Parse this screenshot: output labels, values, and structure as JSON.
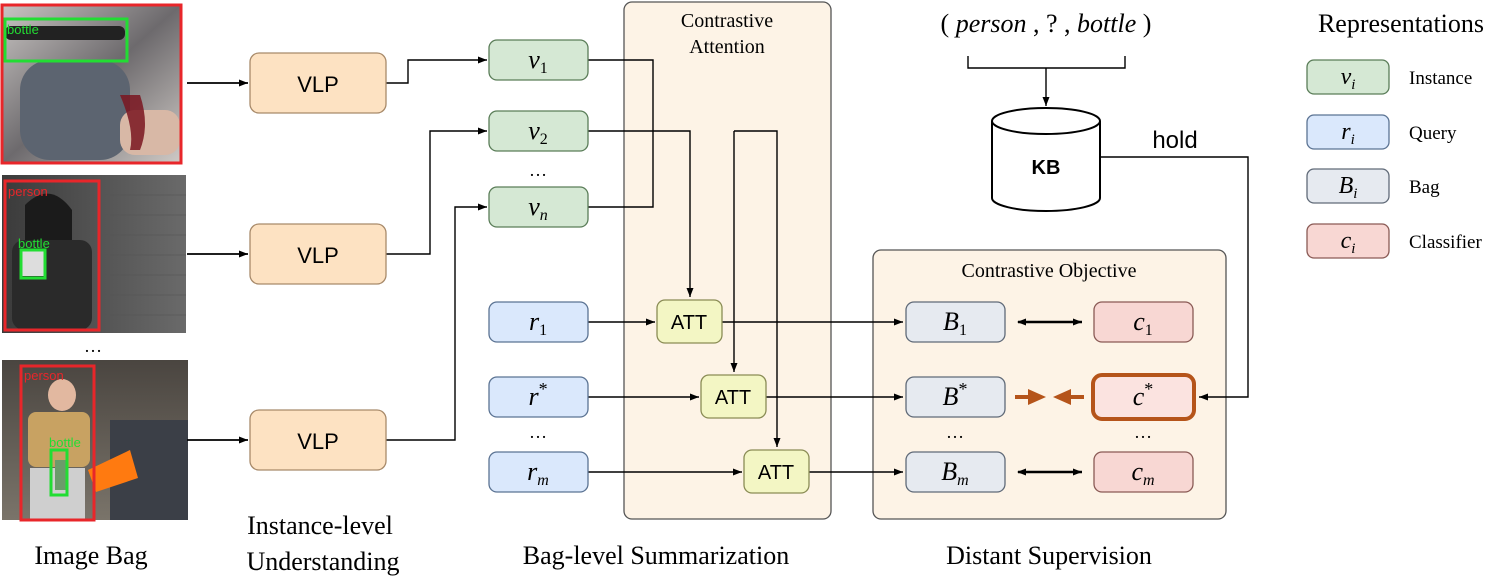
{
  "colors": {
    "instance_fill": "#d5e8d4",
    "instance_stroke": "#5a7d58",
    "query_fill": "#dae8fc",
    "query_stroke": "#5b7393",
    "bag_fill": "#e6eaf0",
    "bag_stroke": "#606a78",
    "classifier_fill": "#f8d7d3",
    "classifier_stroke": "#8a5a55",
    "vlp_fill": "#fde2c2",
    "vlp_stroke": "#a88a6a",
    "att_fill": "#f3f6c4",
    "att_stroke": "#8a8c55",
    "panel_fill": "#fdf3e6",
    "panel_stroke": "#555555",
    "highlight": "#b5541a",
    "bbox_red": "#e8262a",
    "bbox_green": "#22dd33"
  },
  "images": {
    "top": {
      "labels": [
        "bottle"
      ]
    },
    "middle": {
      "labels": [
        "person",
        "bottle"
      ]
    },
    "bottom": {
      "labels": [
        "person",
        "bottle"
      ]
    },
    "ellipsis": "…"
  },
  "vlp": {
    "label": "VLP"
  },
  "instances": {
    "v1": "v",
    "v1_sub": "1",
    "v2": "v",
    "v2_sub": "2",
    "vn": "v",
    "vn_sub": "n",
    "ellipsis": "…"
  },
  "queries": {
    "r1": "r",
    "r1_sub": "1",
    "rstar": "r",
    "rstar_sup": "*",
    "rm": "r",
    "rm_sub": "m",
    "ellipsis": "…"
  },
  "attention": {
    "panel_title_line1": "Contrastive",
    "panel_title_line2": "Attention",
    "att_label": "ATT"
  },
  "kb": {
    "triple_open": "( ",
    "triple_subject": "person",
    "triple_sep1": " , ? , ",
    "triple_object": "bottle",
    "triple_close": " )",
    "label": "KB",
    "hold_label": "hold"
  },
  "objective": {
    "panel_title": "Contrastive Objective",
    "b1": "B",
    "b1_sub": "1",
    "bstar": "B",
    "bstar_sup": "*",
    "bm": "B",
    "bm_sub": "m",
    "c1": "c",
    "c1_sub": "1",
    "cstar": "c",
    "cstar_sup": "*",
    "cm": "c",
    "cm_sub": "m",
    "ellipsis": "…"
  },
  "legend": {
    "title": "Representations",
    "items": [
      {
        "sym": "v",
        "sub": "i",
        "label": "Instance"
      },
      {
        "sym": "r",
        "sub": "i",
        "label": "Query"
      },
      {
        "sym": "B",
        "sub": "i",
        "label": "Bag"
      },
      {
        "sym": "c",
        "sub": "i",
        "label": "Classifier"
      }
    ]
  },
  "captions": {
    "image_bag": "Image Bag",
    "instance_level_1": "Instance-level",
    "instance_level_2": "Understanding",
    "bag_level": "Bag-level Summarization",
    "distant": "Distant Supervision"
  }
}
